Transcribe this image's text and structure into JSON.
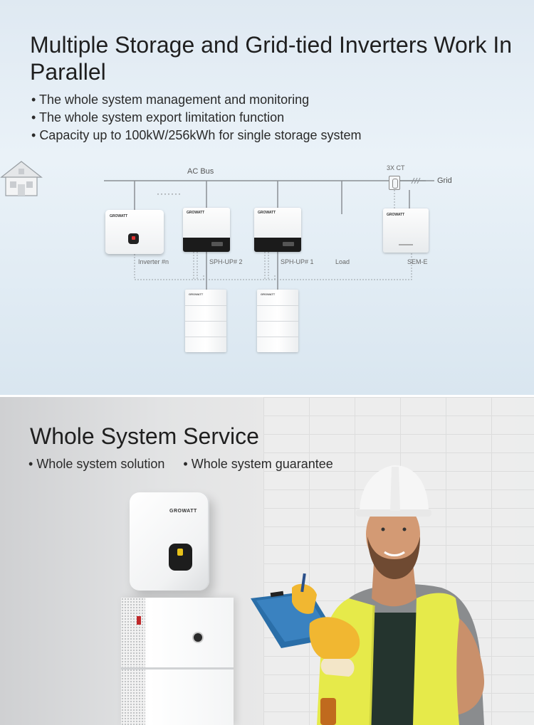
{
  "section1": {
    "title": "Multiple Storage and Grid-tied Inverters Work In Parallel",
    "bullets": [
      "The whole system management and monitoring",
      "The whole system export limitation function",
      "Capacity up to 100kW/256kWh for single storage system"
    ],
    "diagram": {
      "ac_bus_label": "AC Bus",
      "ct_label": "3X CT",
      "grid_label": "Grid",
      "ellipsis": "·······",
      "devices": {
        "inverter_n": "Inverter #n",
        "sph2": "SPH-UP# 2",
        "sph1": "SPH-UP# 1",
        "load": "Load",
        "sem": "SEM-E"
      },
      "brand_logo": "GROWATT"
    }
  },
  "section2": {
    "title": "Whole System Service",
    "bullets": [
      "Whole system solution",
      "Whole system guarantee"
    ],
    "brand_logo": "GROWATT"
  },
  "colors": {
    "section1_bg": "#e3edf5",
    "section2_bg": "#e6e7e8",
    "vest": "#e6ea4a",
    "helmet": "#f6f6f6",
    "clipboard": "#2a6ea8",
    "gloves": "#f1b731"
  }
}
